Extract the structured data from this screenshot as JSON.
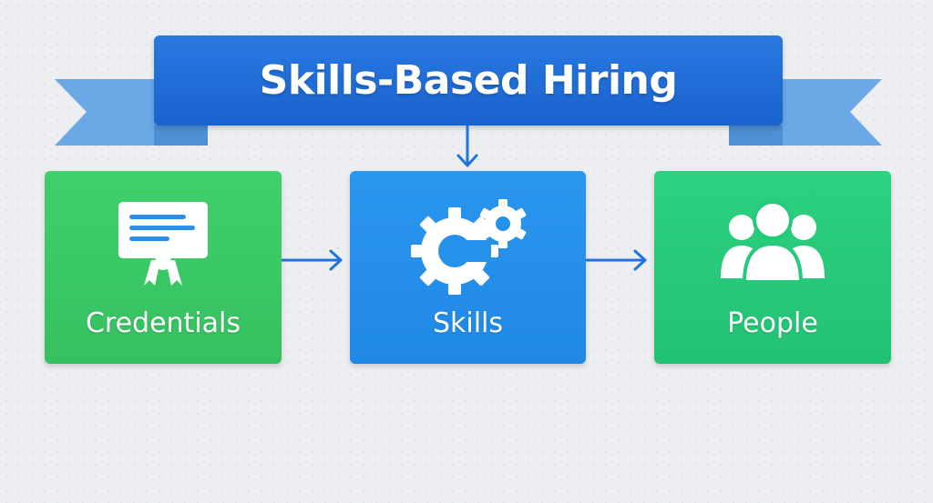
{
  "banner": {
    "title": "Skills-Based Hiring"
  },
  "nodes": {
    "credentials": {
      "label": "Credentials",
      "icon": "certificate-icon",
      "color": "#3fd06a"
    },
    "skills": {
      "label": "Skills",
      "icon": "gears-icon",
      "color": "#2b96ee"
    },
    "people": {
      "label": "People",
      "icon": "people-icon",
      "color": "#2dd17f"
    }
  },
  "colors": {
    "background": "#eceef1",
    "banner": "#1f6fd8",
    "ribbon": "#6aa8e6",
    "arrow": "#1f74e0"
  }
}
